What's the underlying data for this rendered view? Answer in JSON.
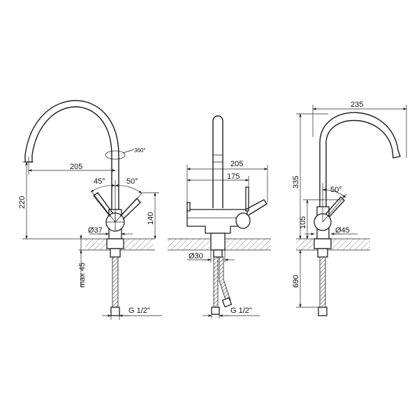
{
  "views": {
    "left": {
      "dim_spout_reach": "205",
      "dim_total_height": "220",
      "dim_lever_height": "140",
      "dim_base_diameter": "Ø37",
      "dim_max_thickness": "max 45",
      "dim_thread": "G 1/2\"",
      "angle_left": "45°",
      "angle_right": "50°",
      "rotation": "360°"
    },
    "middle": {
      "dim_outer_width": "205",
      "dim_inner_width": "175",
      "dim_hole_diameter": "Ø30",
      "dim_thread": "G 1/2\""
    },
    "right": {
      "dim_width": "235",
      "dim_total_height": "335",
      "dim_lever_height": "105",
      "dim_base_diameter": "Ø45",
      "dim_hose_length": "690",
      "angle": "50°"
    }
  }
}
